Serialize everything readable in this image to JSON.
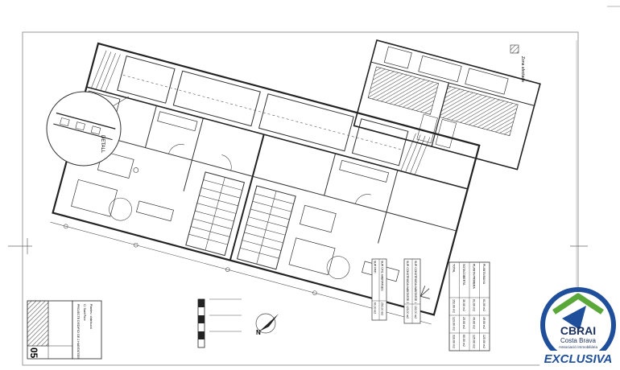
{
  "plan": {
    "sheet_number": "05",
    "north_label": "N",
    "title_block_lines": [
      "PROJECTE D'EDIFICI DE 2 HABITATGES",
      "C/ Sant Pere",
      "Plantes i distribució"
    ],
    "detail_label": "DETALL",
    "legend_label": "Zona afectada",
    "area_table": {
      "rows": [
        [
          "PLANTA BAIXA",
          "61,00 m2",
          "49,00 m2",
          "125,00 m2"
        ],
        [
          "PLANTA PRIMERA",
          "61,00 m2",
          "49,00 m2",
          "125,00 m2"
        ],
        [
          "SOTACOBERTA",
          "30,00 m2",
          "25,00 m2",
          "60,00 m2"
        ],
        [
          "TOTAL",
          "152,00 m2",
          "123,00 m2",
          "310,00 m2"
        ]
      ]
    },
    "summary_rows": [
      [
        "SUP. CONSTRUIDA HABITATGE 1",
        "152,00 m2"
      ],
      [
        "SUP. CONSTRUIDA HABITATGE 2",
        "123,00 m2"
      ]
    ],
    "extra_rows": [
      [
        "SUP. ÚTIL HABITATGES",
        "250,00 m2"
      ],
      [
        "SUP. PATI",
        "60,00 m2"
      ]
    ]
  },
  "logo": {
    "brand": "CBRAI",
    "line1": "Costa Brava",
    "line2": "Associació Immobiliària",
    "badge": "EXCLUSIVA",
    "colors": {
      "blue": "#1f4e9a",
      "green": "#5aa83a",
      "dark": "#1b2f5e"
    }
  }
}
